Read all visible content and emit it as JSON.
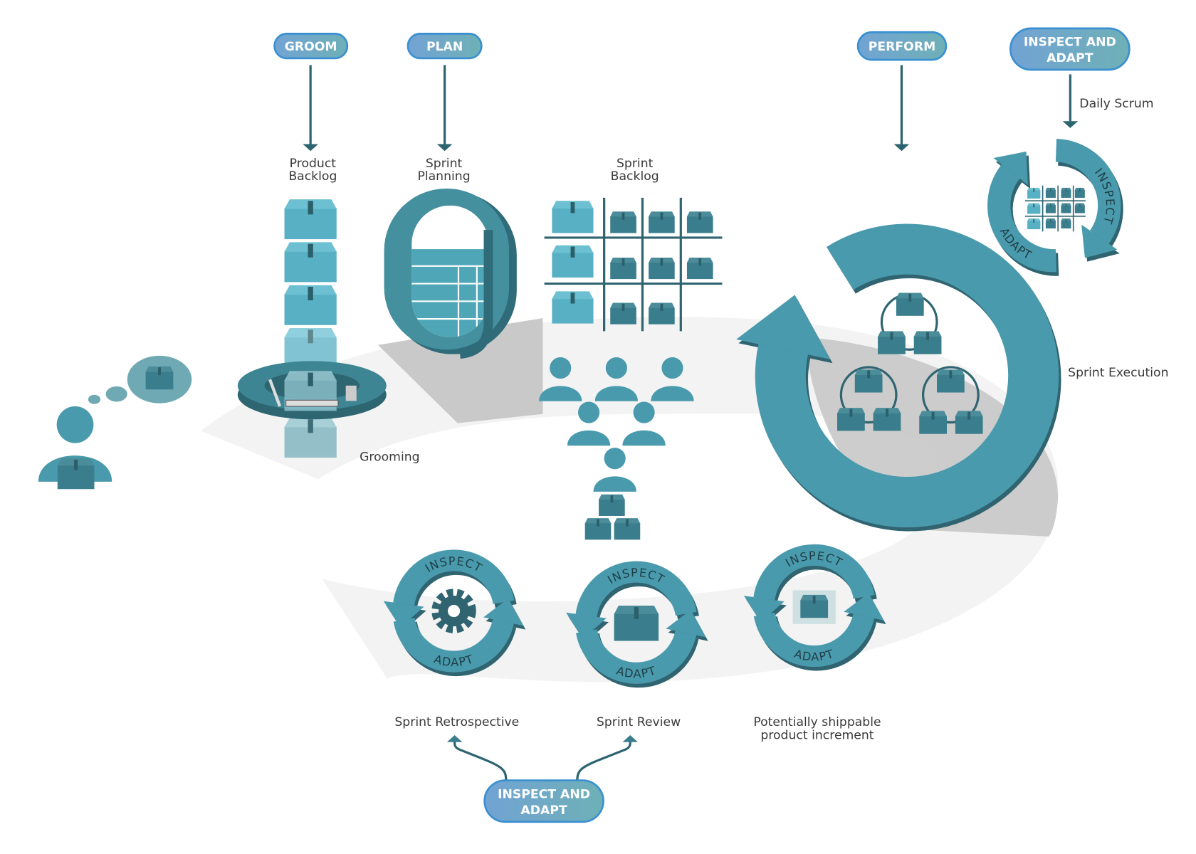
{
  "phases": {
    "groom": "GROOM",
    "plan": "PLAN",
    "perform": "PERFORM",
    "inspect_adapt_top_line1": "INSPECT AND",
    "inspect_adapt_top_line2": "ADAPT",
    "inspect_adapt_bottom_line1": "INSPECT AND",
    "inspect_adapt_bottom_line2": "ADAPT"
  },
  "labels": {
    "product_backlog_line1": "Product",
    "product_backlog_line2": "Backlog",
    "sprint_planning_line1": "Sprint",
    "sprint_planning_line2": "Planning",
    "sprint_backlog_line1": "Sprint",
    "sprint_backlog_line2": "Backlog",
    "daily_scrum": "Daily Scrum",
    "sprint_execution": "Sprint Execution",
    "grooming": "Grooming",
    "sprint_retrospective": "Sprint Retrospective",
    "sprint_review": "Sprint Review",
    "increment_line1": "Potentially shippable",
    "increment_line2": "product increment"
  },
  "cycles": {
    "inspect_label": "INSPECT",
    "adapt_label": "ADAPT"
  },
  "colors": {
    "teal": "#4a9aad",
    "teal_dark": "#2f6470",
    "box_light": "#57b0c4",
    "box_dark": "#3a7d8c",
    "pill_border": "#3a90d0",
    "arrow": "#2c6470"
  }
}
